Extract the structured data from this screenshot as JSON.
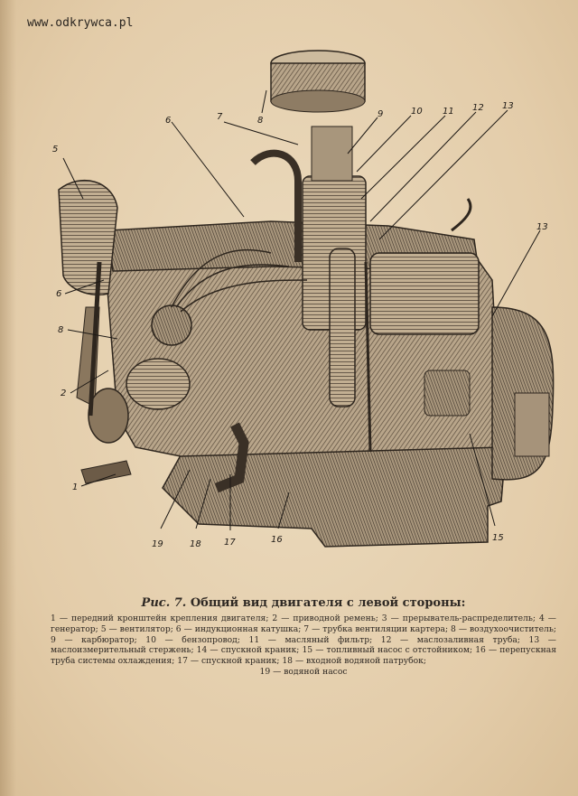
{
  "watermark": "www.odkrywca.pl",
  "figure": {
    "callouts": [
      "5",
      "7",
      "8",
      "9",
      "10",
      "11",
      "12",
      "13",
      "6",
      "13",
      "6",
      "8",
      "2",
      "1",
      "19",
      "18",
      "17",
      "16",
      "15"
    ]
  },
  "caption": {
    "fig_label": "Рис. 7.",
    "title": "Общий вид двигателя с левой стороны:",
    "legend": "1 — передний кронштейн крепления двигателя; 2 — приводной ремень; 3 — прерыватель-распределитель; 4 — генератор; 5 — вентилятор; 6 — индукционная катушка; 7 — трубка вентиляции картера; 8 — воздухоочиститель; 9 — карбюратор; 10 — бензопровод; 11 — масляный фильтр; 12 — маслозаливная труба; 13 — маслоизмерительный стержень; 14 — спускной краник; 15 — топливный насос с отстойником; 16 — перепускная труба системы охлаждения; 17 — спускной краник; 18 — входной водяной патрубок;",
    "legend_last": "19 — водяной насос"
  }
}
